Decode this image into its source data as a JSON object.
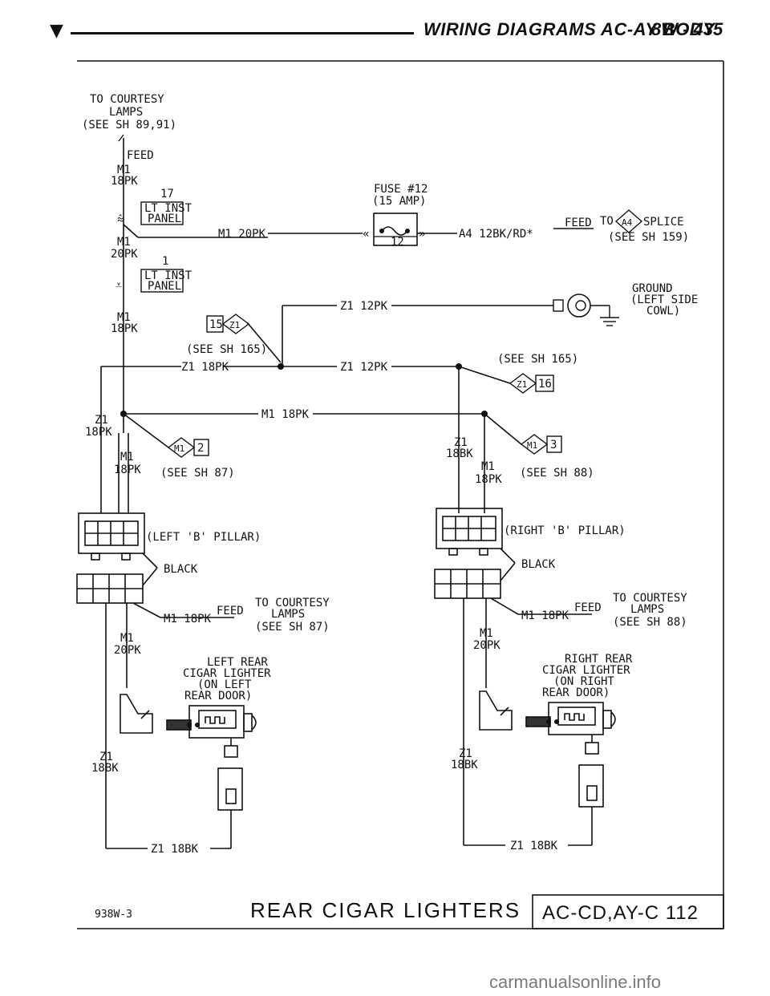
{
  "header": {
    "arrow_icon": "triangle-down-icon",
    "title": "WIRING DIAGRAMS AC-AY BODY",
    "page": "8W - 435"
  },
  "diagram": {
    "courtesy_top": [
      "TO COURTESY",
      "LAMPS",
      "(SEE SH 89,91)"
    ],
    "feed": "FEED",
    "m1_18pk": [
      "M1",
      "18PK"
    ],
    "m1_20pk": [
      "M1",
      "20PK"
    ],
    "connector_17": "17",
    "lt_inst_panel": [
      "LT INST",
      "PANEL"
    ],
    "connector_1": "1",
    "fuse": [
      "FUSE #12",
      "(15 AMP)"
    ],
    "fuse_number": "12",
    "m1_20pk_line": "M1 20PK",
    "a4_wire": "A4 12BK/RD*",
    "feed_to": "FEED",
    "to": "TO",
    "a4_tag": "A4",
    "splice": "SPLICE",
    "see_sh_159": "(SEE SH 159)",
    "ground": [
      "GROUND",
      "(LEFT SIDE",
      "COWL)"
    ],
    "z1_12pk": "Z1 12PK",
    "splice_15": "15",
    "z1_tag": "Z1",
    "see_sh_165": "(SEE SH 165)",
    "z1_18pk": "Z1 18PK",
    "splice_16": "16",
    "m1_18pk_line": "M1 18PK",
    "z1_18pk_stack": [
      "Z1",
      "18PK"
    ],
    "m1_tag": "M1",
    "splice_2": "2",
    "splice_3": "3",
    "see_sh_87": "(SEE SH 87)",
    "see_sh_88": "(SEE SH 88)",
    "z1_18bk_stack": [
      "Z1",
      "18BK"
    ],
    "left_pillar": "(LEFT 'B' PILLAR)",
    "right_pillar": "(RIGHT 'B' PILLAR)",
    "black": "BLACK",
    "m1_18pk_feed": "M1 18PK",
    "courtesy_87": [
      "TO COURTESY",
      "LAMPS",
      "(SEE SH 87)"
    ],
    "courtesy_88": [
      "TO COURTESY",
      "LAMPS",
      "(SEE SH 88)"
    ],
    "left_lighter": [
      "LEFT REAR",
      "CIGAR LIGHTER",
      "(ON LEFT",
      "REAR DOOR)"
    ],
    "right_lighter": [
      "RIGHT REAR",
      "CIGAR LIGHTER",
      "(ON RIGHT",
      "REAR DOOR)"
    ],
    "z1_18bk_line": "Z1 18BK"
  },
  "footer": {
    "code": "938W-3",
    "title": "REAR CIGAR LIGHTERS",
    "model": "AC-CD,AY-C 112"
  },
  "watermark": "carmanualsonline.info"
}
